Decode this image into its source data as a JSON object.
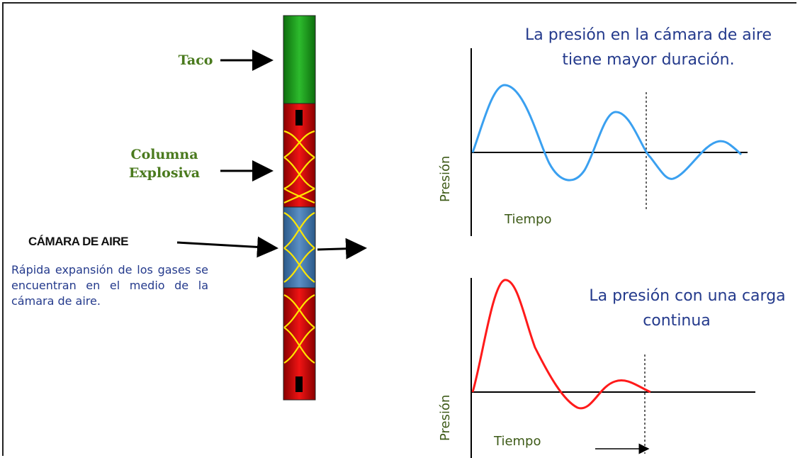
{
  "labels": {
    "taco": "Taco",
    "columna_line1": "Columna",
    "columna_line2": "Explosiva",
    "camara": "CÁMARA DE AIRE",
    "description": "Rápida expansión de los gases se encuentran en el medio de la cámara de aire."
  },
  "top_graph": {
    "title_line1": "La presión en la cámara de aire",
    "title_line2": "tiene mayor duración.",
    "y_label": "Presión",
    "x_label": "Tiempo",
    "curve_color": "#3aa0f0"
  },
  "bottom_graph": {
    "title_line1": "La presión con una carga",
    "title_line2": "continua",
    "y_label": "Presión",
    "x_label": "Tiempo",
    "curve_color": "#ff1a1a"
  },
  "colors": {
    "stemming": "#1faa1f",
    "explosive": "#e01010",
    "air_chamber": "#4a7fb5",
    "wave": "#ffe600"
  }
}
